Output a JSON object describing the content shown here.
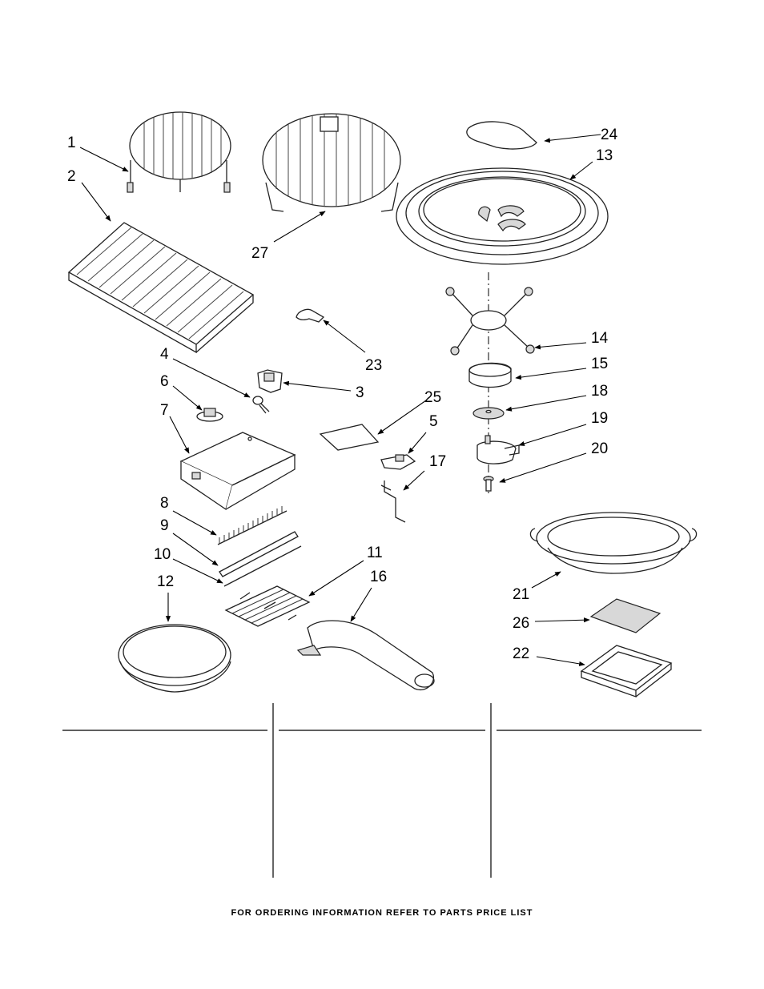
{
  "callouts": [
    "1",
    "2",
    "3",
    "4",
    "5",
    "6",
    "7",
    "8",
    "9",
    "10",
    "11",
    "12",
    "13",
    "14",
    "15",
    "16",
    "17",
    "18",
    "19",
    "20",
    "21",
    "22",
    "23",
    "24",
    "25",
    "26",
    "27"
  ],
  "footer": "FOR ORDERING INFORMATION REFER TO PARTS PRICE LIST"
}
